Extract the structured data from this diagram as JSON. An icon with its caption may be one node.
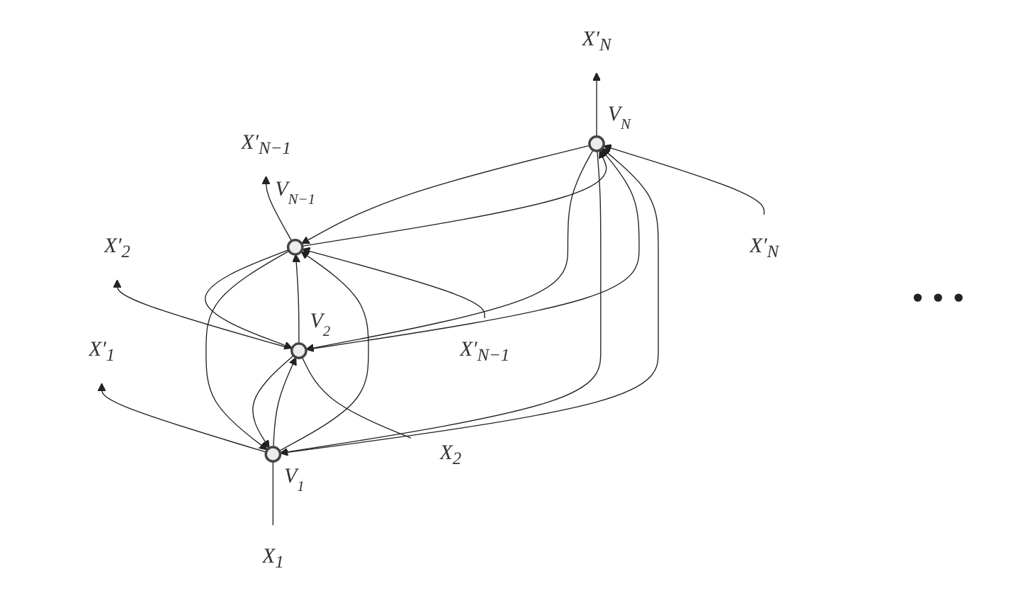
{
  "diagram": {
    "nodes": [
      {
        "text": [
          "X′$_{1}$"
        ]
      },
      {
        "text": [
          "X′$_{2}$"
        ]
      },
      {
        "text": [
          "X′$_{N−1}$"
        ]
      },
      {
        "text": [
          "X′$_{N}$"
        ]
      },
      {
        "text": [],
        "shape": "circle",
        "beside": [
          "V$_{1}$"
        ]
      },
      {
        "text": [],
        "shape": "circle",
        "beside": [
          "V$_{2}$"
        ]
      },
      {
        "text": [],
        "shape": "circle",
        "beside": [
          "V$_{N−1}$"
        ]
      },
      {
        "text": [],
        "shape": "circle",
        "beside": [
          "V$_{N}$"
        ]
      },
      {
        "text": [
          "X$_{1}$"
        ]
      },
      {
        "text": [
          "X$_{2}$"
        ]
      },
      {
        "text": [
          "X′$_{N−1}$"
        ]
      },
      {
        "text": [
          "X′$_{N}$"
        ]
      }
    ],
    "edges": [
      {
        "from": 8,
        "to": 4,
        "arrow": "none"
      },
      {
        "from": 9,
        "to": 5,
        "arrow": "none"
      },
      {
        "from": 10,
        "to": 6,
        "arrow": "to"
      },
      {
        "from": 11,
        "to": 7,
        "arrow": "to"
      },
      {
        "from": 4,
        "to": 5,
        "arrow": "to"
      },
      {
        "from": 4,
        "to": 6,
        "arrow": "to"
      },
      {
        "from": 4,
        "to": 7,
        "arrow": "to"
      },
      {
        "from": 5,
        "to": 4,
        "arrow": "to"
      },
      {
        "from": 5,
        "to": 6,
        "arrow": "to"
      },
      {
        "from": 5,
        "to": 7,
        "arrow": "to"
      },
      {
        "from": 6,
        "to": 4,
        "arrow": "to"
      },
      {
        "from": 6,
        "to": 5,
        "arrow": "to"
      },
      {
        "from": 6,
        "to": 7,
        "arrow": "to"
      },
      {
        "from": 7,
        "to": 4,
        "arrow": "to"
      },
      {
        "from": 7,
        "to": 5,
        "arrow": "to"
      },
      {
        "from": 7,
        "to": 6,
        "arrow": "to"
      },
      {
        "from": 4,
        "to": 0,
        "arrow": "to"
      },
      {
        "from": 5,
        "to": 1,
        "arrow": "to"
      },
      {
        "from": 6,
        "to": 2,
        "arrow": "to"
      },
      {
        "from": 7,
        "to": 3,
        "arrow": "to"
      }
    ],
    "labels": [
      "• • •"
    ]
  }
}
